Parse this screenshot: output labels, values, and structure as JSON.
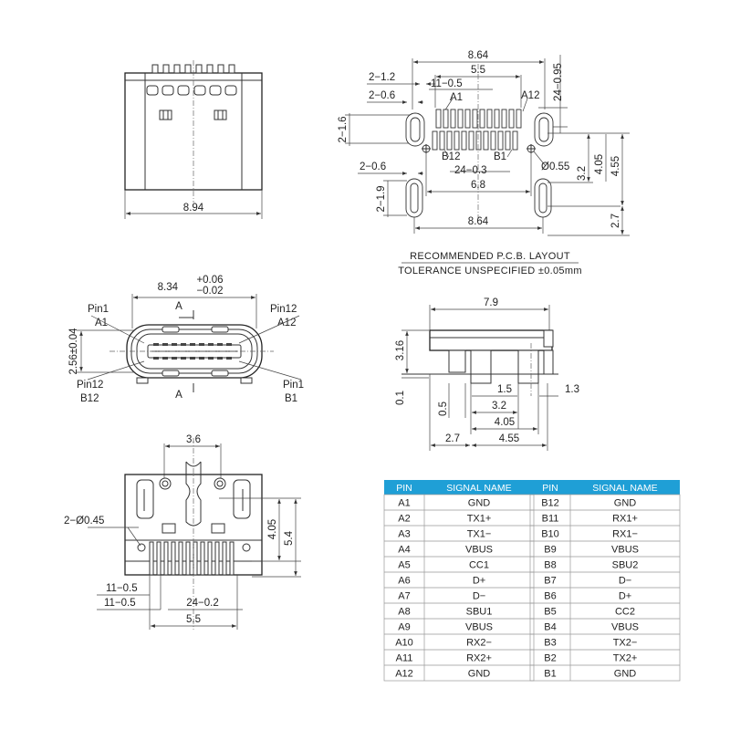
{
  "top_view": {
    "width": "8.94"
  },
  "pcb_layout": {
    "overall_top": "8.64",
    "inner_span": "5.5",
    "slot_left": "2−1.2",
    "pitch": "11−0.5",
    "slot_width": "2−0.6",
    "pin_a1": "A1",
    "pin_a12": "A12",
    "pad_length": "24−0.95",
    "slot_height": "2−1.6",
    "pin_b12": "B12",
    "pin_b1": "B1",
    "row_pads": "24−0.3",
    "hole": "Ø0.55",
    "lower_slot_width": "2−0.6",
    "hole_span": "6.8",
    "lower_slot_height": "2−1.9",
    "overall_bottom": "8.64",
    "dim_3_2": "3.2",
    "dim_4_05": "4.05",
    "dim_4_55": "4.55",
    "dim_2_7": "2.7",
    "note_title": "RECOMMENDED  P.C.B.  LAYOUT",
    "note_tolerance": "TOLERANCE UNSPECIFIED ±0.05mm"
  },
  "front_view": {
    "width_nominal": "8.34",
    "tol_plus": "+0.06",
    "tol_minus": "−0.02",
    "section_label": "A",
    "height": "2.56±0.04",
    "pin1_tl": "Pin1",
    "a1": "A1",
    "pin12_tr": "Pin12",
    "a12": "A12",
    "pin12_bl": "Pin12",
    "b12": "B12",
    "pin1_br": "Pin1",
    "b1": "B1"
  },
  "side_view": {
    "length": "7.9",
    "height": "3.16",
    "standoff": "0.1",
    "d_0_5": "0.5",
    "d_1_5": "1.5",
    "d_1_3": "1.3",
    "d_3_2": "3.2",
    "d_4_05": "4.05",
    "d_2_7": "2.7",
    "d_4_55": "4.55"
  },
  "bottom_view": {
    "post_span": "3.6",
    "holes": "2−Ø0.45",
    "d_4_05": "4.05",
    "d_5_4": "5.4",
    "pitch_a": "11−0.5",
    "pitch_b": "11−0.5",
    "pads": "24−0.2",
    "span": "5.5"
  },
  "pin_table": {
    "headers_a": [
      "PIN",
      "SIGNAL NAME"
    ],
    "headers_b": [
      "PIN",
      "SIGNAL NAME"
    ],
    "header_color": "#1f9fd6",
    "rows_a": [
      [
        "A1",
        "GND"
      ],
      [
        "A2",
        "TX1+"
      ],
      [
        "A3",
        "TX1−"
      ],
      [
        "A4",
        "VBUS"
      ],
      [
        "A5",
        "CC1"
      ],
      [
        "A6",
        "D+"
      ],
      [
        "A7",
        "D−"
      ],
      [
        "A8",
        "SBU1"
      ],
      [
        "A9",
        "VBUS"
      ],
      [
        "A10",
        "RX2−"
      ],
      [
        "A11",
        "RX2+"
      ],
      [
        "A12",
        "GND"
      ]
    ],
    "rows_b": [
      [
        "B12",
        "GND"
      ],
      [
        "B11",
        "RX1+"
      ],
      [
        "B10",
        "RX1−"
      ],
      [
        "B9",
        "VBUS"
      ],
      [
        "B8",
        "SBU2"
      ],
      [
        "B7",
        "D−"
      ],
      [
        "B6",
        "D+"
      ],
      [
        "B5",
        "CC2"
      ],
      [
        "B4",
        "VBUS"
      ],
      [
        "B3",
        "TX2−"
      ],
      [
        "B2",
        "TX2+"
      ],
      [
        "B1",
        "GND"
      ]
    ]
  }
}
